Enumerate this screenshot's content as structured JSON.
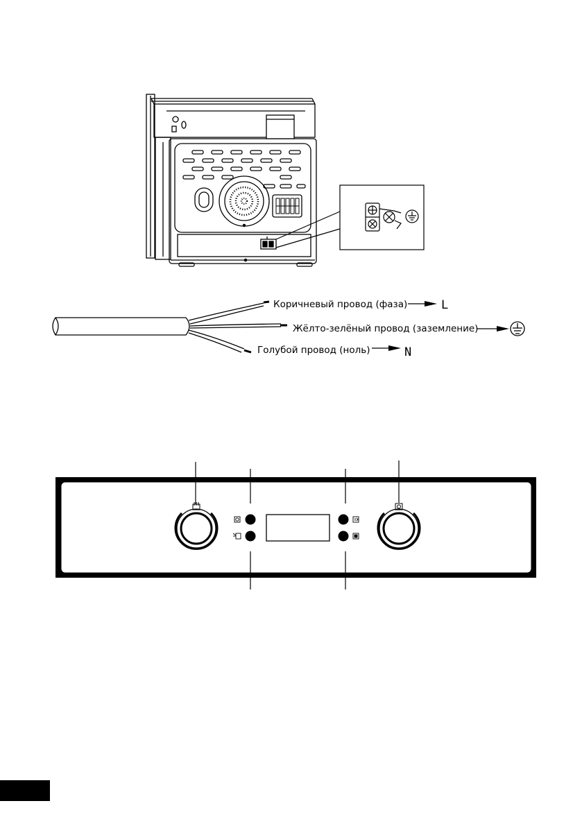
{
  "wiring": {
    "brown_wire_label": "Коричневый провод (фаза)",
    "brown_wire_terminal": "L",
    "ground_wire_label": "Жёлто-зелёный провод (заземление)",
    "blue_wire_label": "Голубой провод (ноль)",
    "blue_wire_terminal": "N"
  },
  "icons": {
    "ground_symbol": "ground-icon",
    "left_knob_symbol": "oven-mode-icon",
    "right_knob_symbol": "temperature-icon",
    "button_top_left": "clock-icon",
    "button_bottom_left": "timer-icon",
    "button_top_right": "forward-icon",
    "button_bottom_right": "stop-icon"
  },
  "colors": {
    "line": "#000000",
    "background": "#ffffff",
    "page_tab": "#000000"
  }
}
